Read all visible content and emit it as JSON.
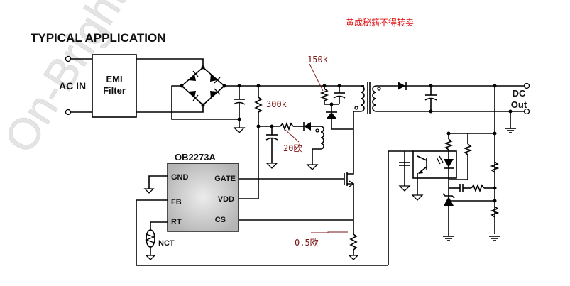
{
  "title": "TYPICAL APPLICATION",
  "watermark": "On-Bright",
  "notice": "黄成秘籍不得转卖",
  "colors": {
    "notice": "#e01010",
    "annotation": "#7a1414",
    "watermark": "#e2e2e2",
    "chip_fill": "#c8c8c8"
  },
  "input": {
    "label": "AC IN"
  },
  "emi": {
    "line1": "EMI",
    "line2": "Filter"
  },
  "output": {
    "line1": "DC",
    "line2": "Out"
  },
  "chip": {
    "name": "OB2273A",
    "pins_left": [
      "GND",
      "FB",
      "RT"
    ],
    "pins_right": [
      "GATE",
      "VDD",
      "CS"
    ]
  },
  "thermistor": {
    "label": "NCT"
  },
  "annotations": {
    "r_clamp": "150k",
    "r_start": "300k",
    "r_vdd": "20欧",
    "r_sense": "0.5欧"
  }
}
